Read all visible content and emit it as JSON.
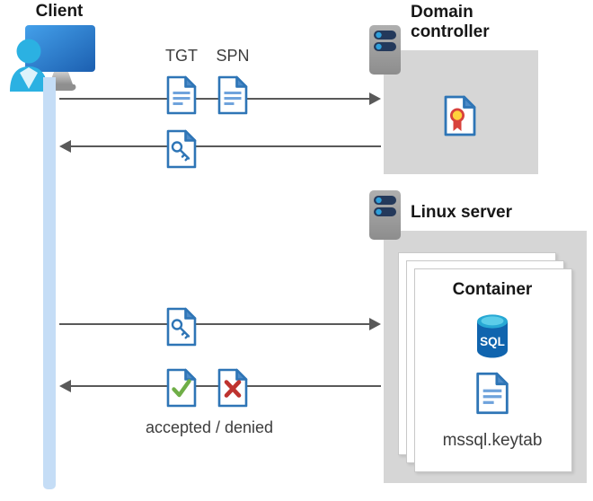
{
  "client": {
    "label": "Client"
  },
  "domain_controller": {
    "label": "Domain controller"
  },
  "linux_server": {
    "label": "Linux server"
  },
  "container": {
    "title": "Container",
    "sql_badge": "SQL",
    "keytab_label": "mssql.keytab"
  },
  "messages": {
    "tgt": "TGT",
    "spn": "SPN",
    "result": "accepted / denied"
  },
  "colors": {
    "document_blue": "#2E75B6",
    "document_fold_blue": "#4D8BC8",
    "document_line_blue": "#6FA3DC",
    "accepted_green": "#6FAE47",
    "denied_red": "#BE332F",
    "server_box_gray": "#D6D6D6",
    "lifeline_blue": "#C5DDF6",
    "arrow_gray": "#595959",
    "sql_body_blue": "#1064AE",
    "sql_top_cyan": "#35B9DE",
    "certificate_yellow": "#FFD23C",
    "certificate_ribbon_red": "#D8423C"
  }
}
